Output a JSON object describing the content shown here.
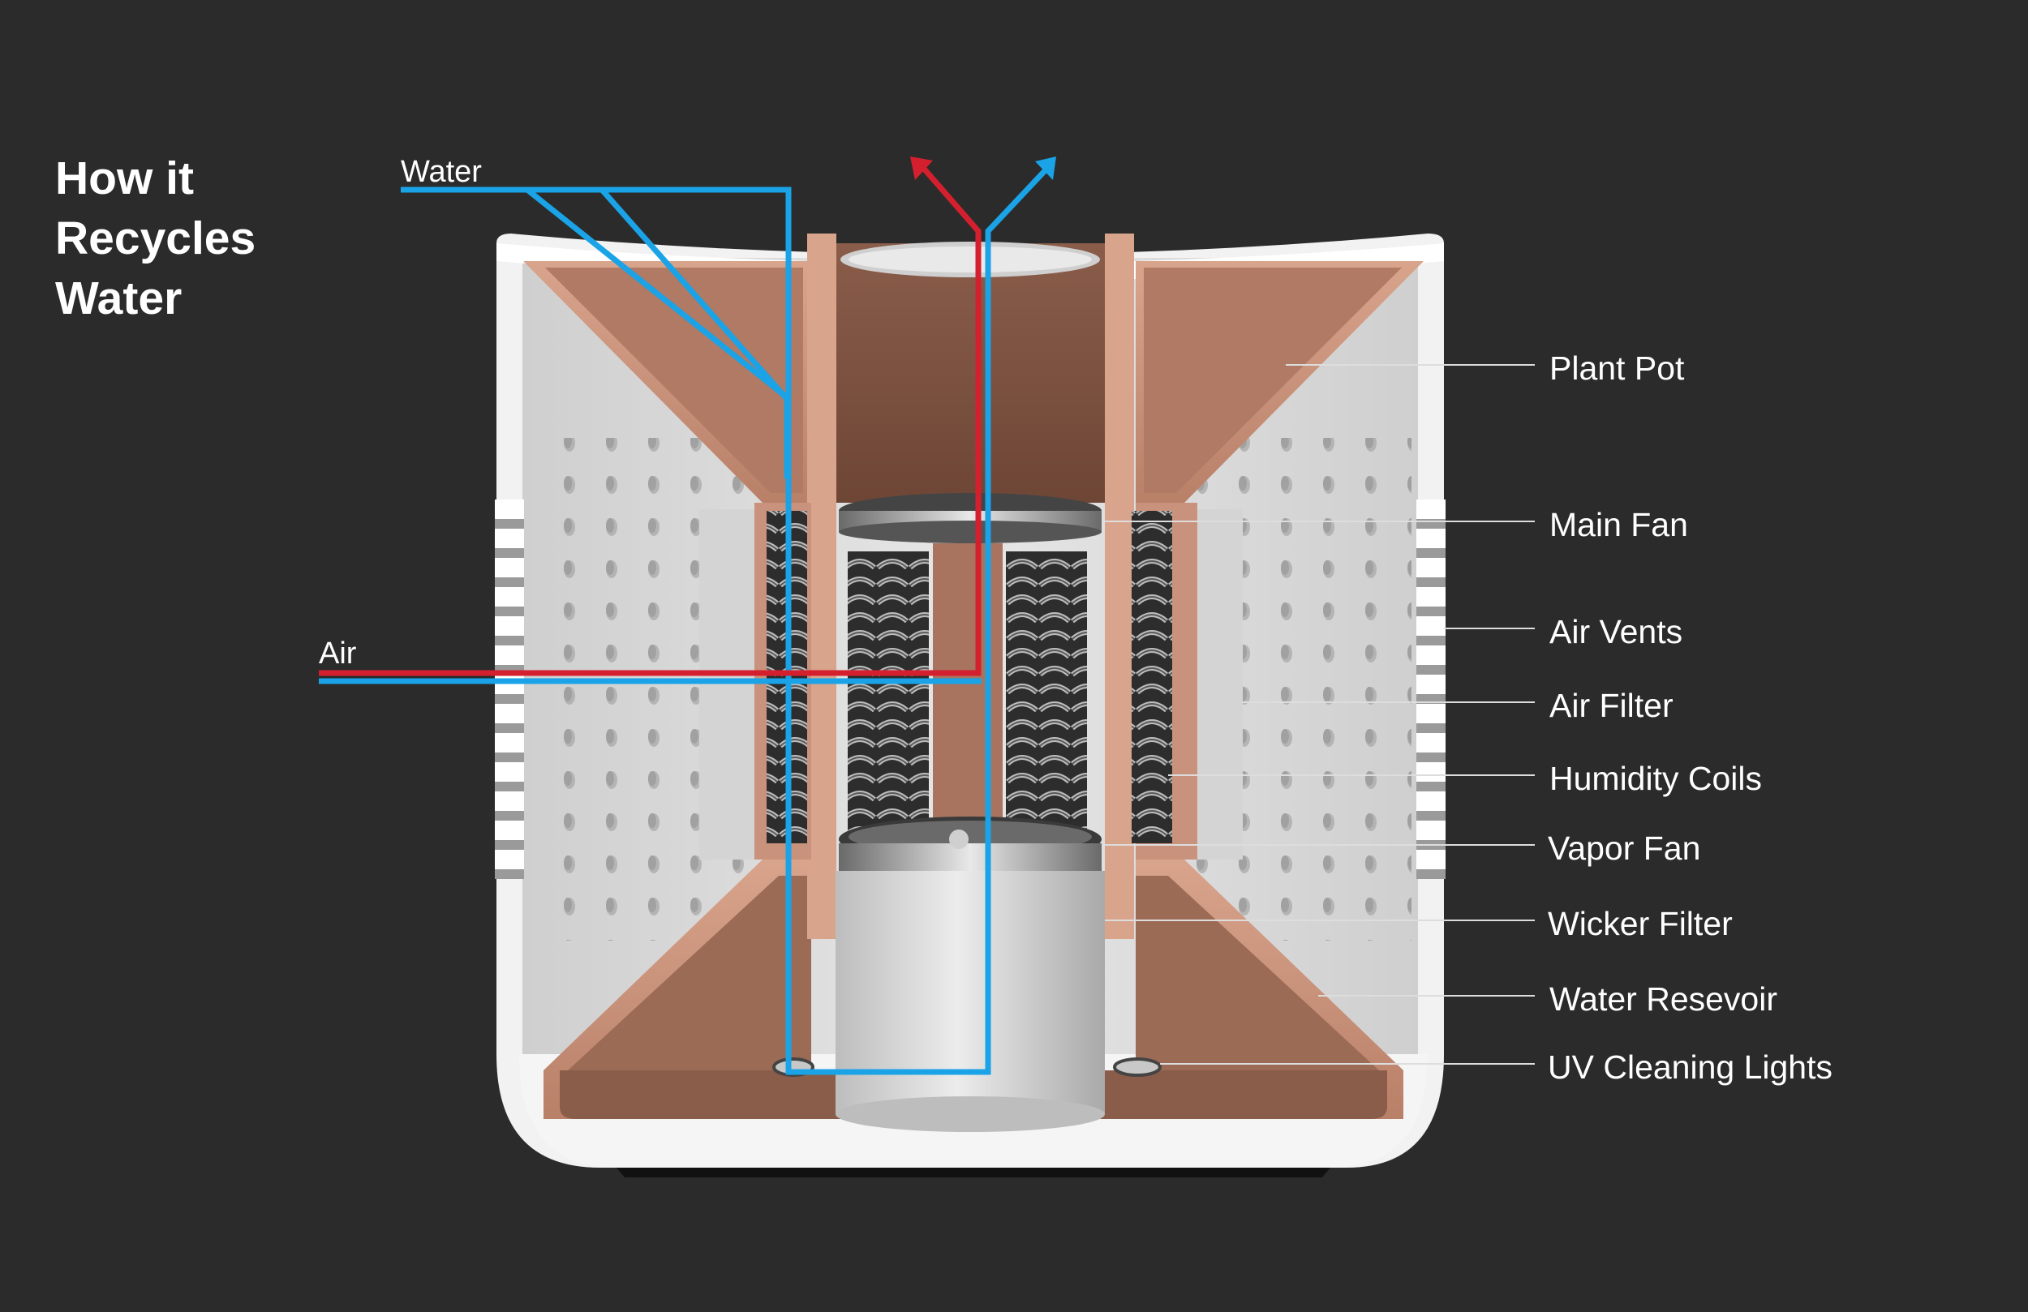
{
  "title": {
    "line1": "How it",
    "line2": "Recycles",
    "line3": "Water"
  },
  "flow_labels": {
    "water": "Water",
    "air": "Air"
  },
  "components": [
    {
      "id": "plant-pot",
      "label": "Plant Pot"
    },
    {
      "id": "main-fan",
      "label": "Main Fan"
    },
    {
      "id": "air-vents",
      "label": "Air Vents"
    },
    {
      "id": "air-filter",
      "label": "Air Filter"
    },
    {
      "id": "humidity-coils",
      "label": "Humidity Coils"
    },
    {
      "id": "vapor-fan",
      "label": "Vapor Fan"
    },
    {
      "id": "wicker-filter",
      "label": "Wicker Filter"
    },
    {
      "id": "water-resevoir",
      "label": "Water Resevoir"
    },
    {
      "id": "uv-cleaning-lights",
      "label": "UV Cleaning Lights"
    }
  ],
  "colors": {
    "background": "#2b2b2b",
    "water_line": "#1aa3e6",
    "air_line": "#d4202e",
    "body_white": "#f2f2f2",
    "copper": "#c9927c",
    "copper_dark": "#8a5d4a",
    "filter_grey": "#d6d6d6",
    "leader_line": "#dddddd"
  }
}
